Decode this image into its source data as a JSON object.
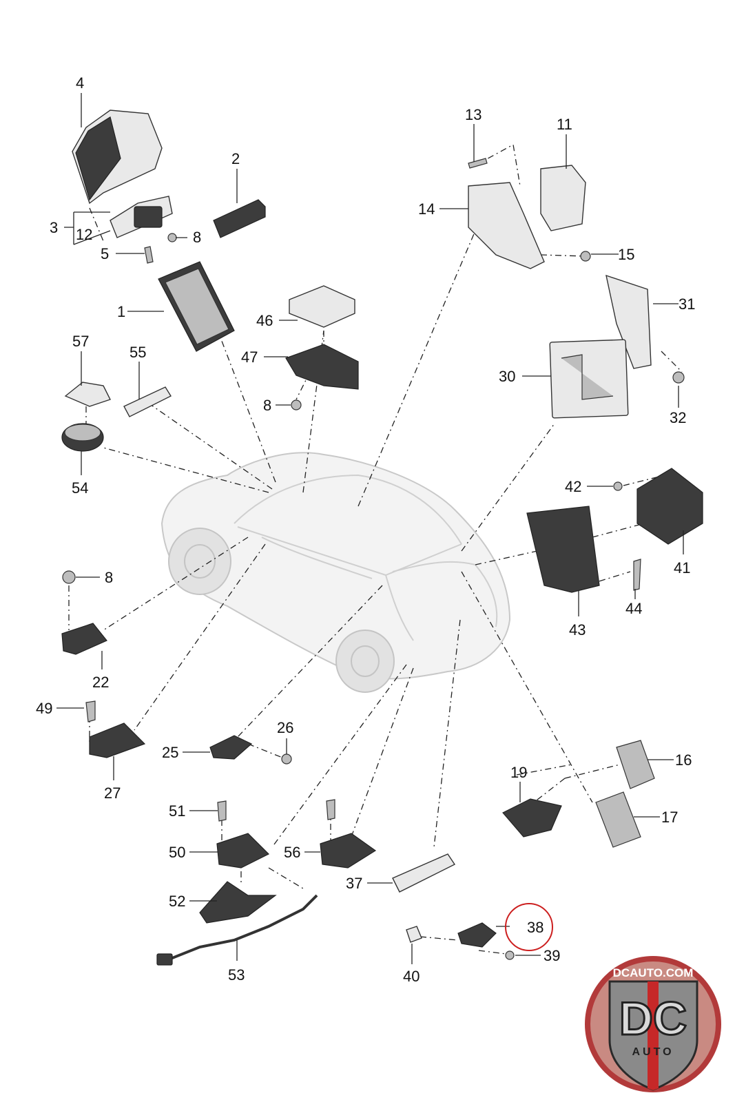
{
  "labels": {
    "p1": "1",
    "p2": "2",
    "p3": "3",
    "p4": "4",
    "p5": "5",
    "p8a": "8",
    "p8b": "8",
    "p8c": "8",
    "p11": "11",
    "p12": "12",
    "p13": "13",
    "p14": "14",
    "p15": "15",
    "p16": "16",
    "p17": "17",
    "p19": "19",
    "p22": "22",
    "p25": "25",
    "p26": "26",
    "p27": "27",
    "p30": "30",
    "p31": "31",
    "p32": "32",
    "p37": "37",
    "p38": "38",
    "p39": "39",
    "p40": "40",
    "p41": "41",
    "p42": "42",
    "p43": "43",
    "p44": "44",
    "p46": "46",
    "p47": "47",
    "p49": "49",
    "p50": "50",
    "p51": "51",
    "p52": "52",
    "p53": "53",
    "p54": "54",
    "p55": "55",
    "p56": "56",
    "p57": "57"
  },
  "highlight": {
    "label": "38",
    "color": "#cc1f1f"
  },
  "logo": {
    "site": "DCAUTO.COM",
    "mark": "DC",
    "word": "AUTO",
    "colors": {
      "ring": "#b23a3a",
      "shield": "#8a8a8a",
      "stripe": "#c62828"
    }
  }
}
